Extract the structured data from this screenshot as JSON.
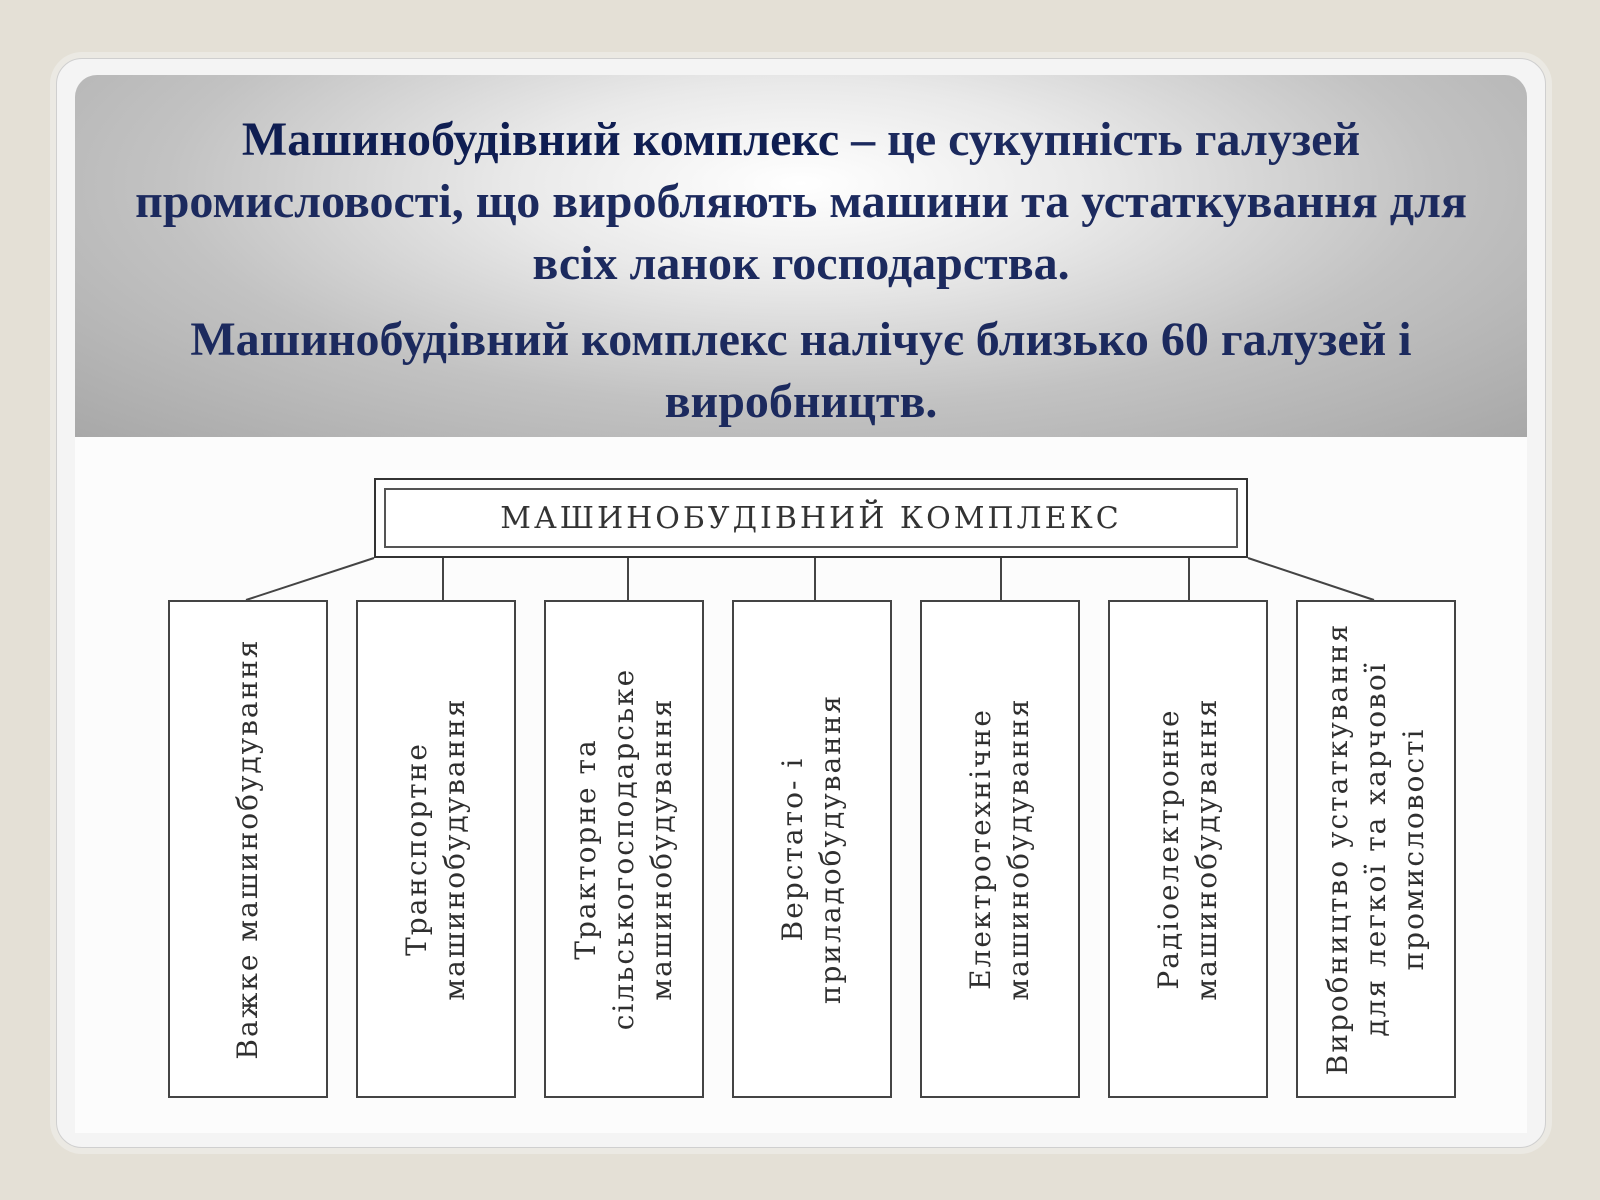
{
  "header": {
    "term": "Машинобудівний комплекс",
    "definition": " – це сукупність галузей промисловості, що виробляють машини та устаткування для всіх ланок господарства.",
    "note": "Машинобудівний комплекс налічує близько 60 галузей і виробництв."
  },
  "diagram": {
    "root": "МАШИНОБУДІВНИЙ КОМПЛЕКС",
    "branches": [
      {
        "label": "Важке машинобудування"
      },
      {
        "label": "Транспортне машинобудування"
      },
      {
        "label": "Тракторне та сільськогосподарське машинобудування"
      },
      {
        "label": "Верстато- і приладобудування"
      },
      {
        "label": "Електротехнічне машинобудування"
      },
      {
        "label": "Радіоелектронне машинобудування"
      },
      {
        "label": "Виробництво устаткування для легкої та харчової промисловості"
      }
    ]
  }
}
